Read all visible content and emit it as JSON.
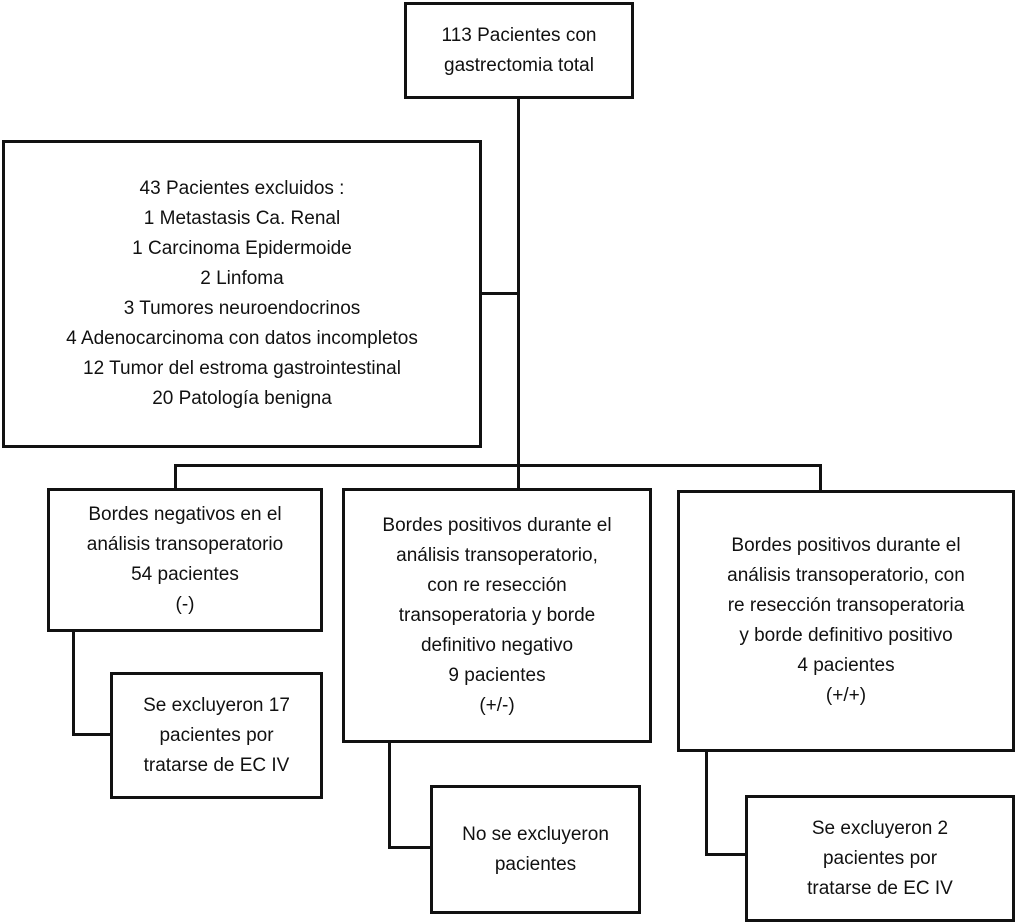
{
  "boxes": {
    "root": "113 Pacientes con\ngastrectomia total",
    "excluded": "43 Pacientes excluidos :\n1 Metastasis Ca. Renal\n1 Carcinoma Epidermoide\n2 Linfoma\n3 Tumores neuroendocrinos\n4 Adenocarcinoma con datos incompletos\n12 Tumor del estroma gastrointestinal\n20 Patología benigna",
    "negative": "Bordes negativos en el\nanálisis transoperatorio\n54 pacientes\n(-)",
    "positive_negative": "Bordes positivos durante el\nanálisis transoperatorio,\ncon re resección\ntransoperatoria y borde\ndefinitivo negativo\n9 pacientes\n(+/-)",
    "positive_positive": "Bordes positivos durante el\nanálisis transoperatorio, con\nre resección transoperatoria\ny borde definitivo positivo\n4 pacientes\n(+/+)",
    "excluded_17": "Se excluyeron 17\npacientes por\ntratarse de EC IV",
    "not_excluded": "No se excluyeron\npacientes",
    "excluded_2": "Se excluyeron 2\npacientes por\ntratarse de EC IV"
  },
  "colors": {
    "line": "#111111",
    "box_background": "#ffffff",
    "text": "#111111"
  }
}
